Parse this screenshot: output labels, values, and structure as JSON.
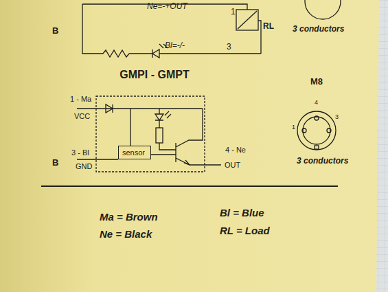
{
  "diagram": {
    "title": "GMPI - GMPT",
    "nodes": [
      {
        "text": [
          "sensor"
        ]
      }
    ],
    "labels": [
      "Ne=-+OUT",
      "1",
      "RL",
      "B",
      "Bl=-/-",
      "3",
      "3 conductors",
      "1 - Ma",
      "VCC",
      "B",
      "3 - Bl",
      "GND",
      "4 - Ne",
      "OUT",
      "M8",
      "4",
      "1",
      "3",
      "3 conductors",
      "Ma = Brown",
      "Ne = Black",
      "Bl = Blue",
      "RL = Load"
    ]
  }
}
